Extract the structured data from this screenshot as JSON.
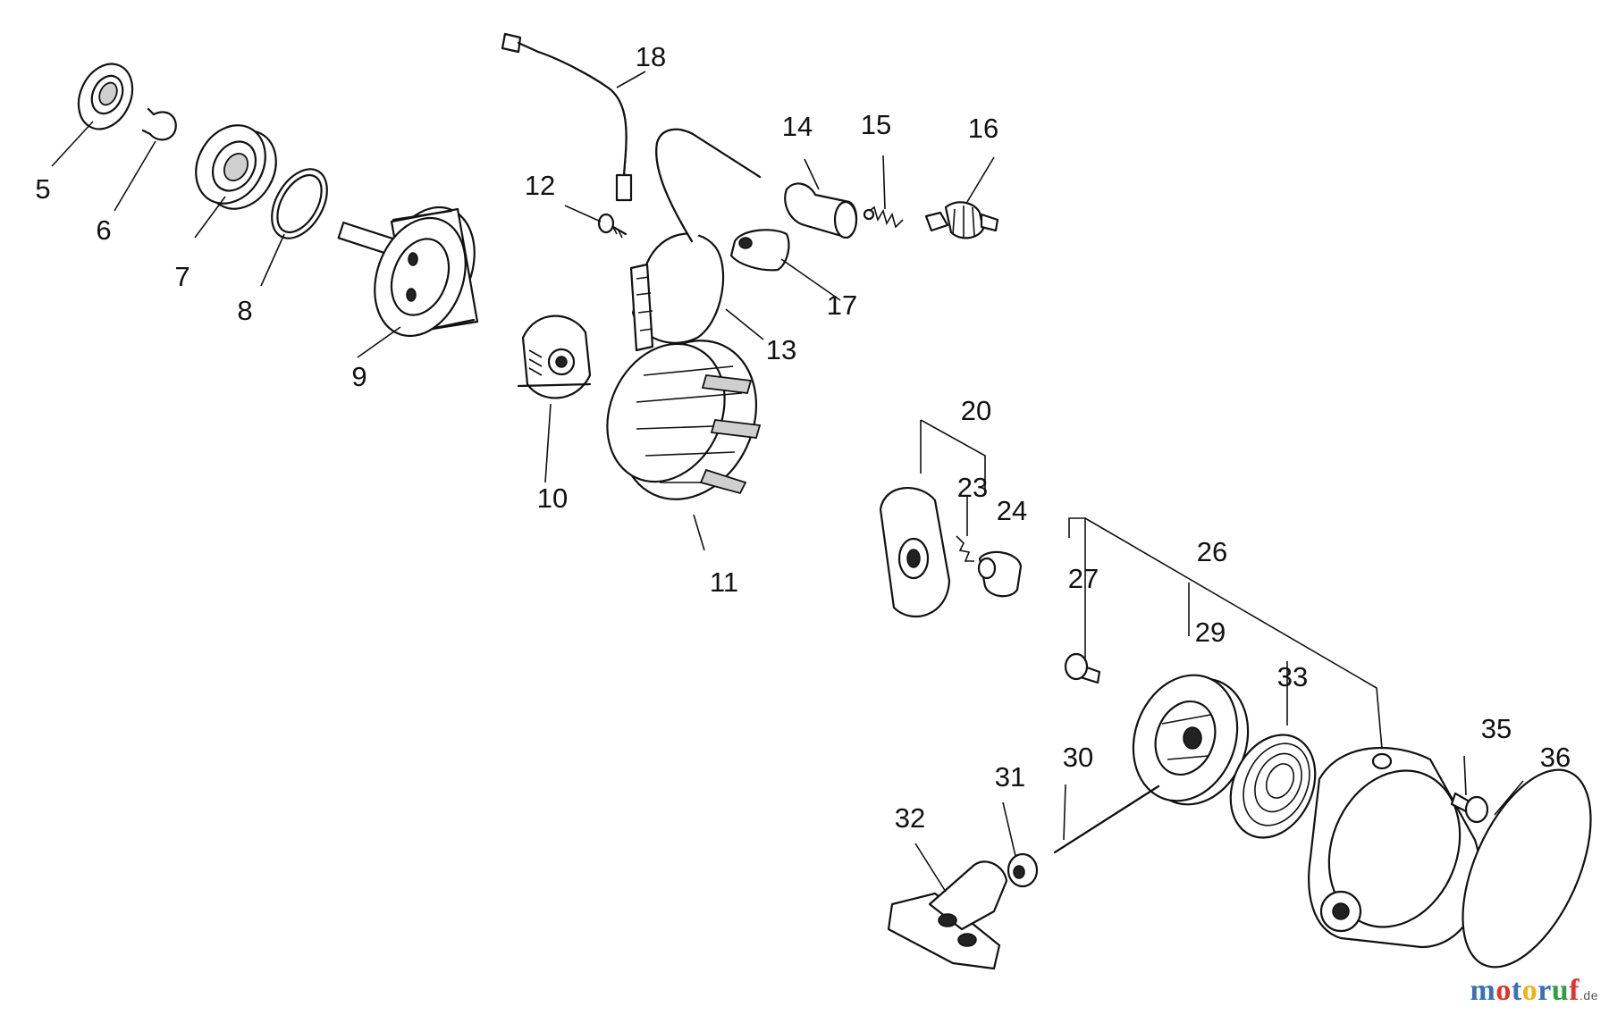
{
  "diagram": {
    "callouts": [
      {
        "id": "5",
        "label": "5"
      },
      {
        "id": "6",
        "label": "6"
      },
      {
        "id": "7",
        "label": "7"
      },
      {
        "id": "8",
        "label": "8"
      },
      {
        "id": "9",
        "label": "9"
      },
      {
        "id": "10",
        "label": "10"
      },
      {
        "id": "11",
        "label": "11"
      },
      {
        "id": "12",
        "label": "12"
      },
      {
        "id": "13",
        "label": "13"
      },
      {
        "id": "14",
        "label": "14"
      },
      {
        "id": "15",
        "label": "15"
      },
      {
        "id": "16",
        "label": "16"
      },
      {
        "id": "17",
        "label": "17"
      },
      {
        "id": "18",
        "label": "18"
      },
      {
        "id": "20",
        "label": "20"
      },
      {
        "id": "23",
        "label": "23"
      },
      {
        "id": "24",
        "label": "24"
      },
      {
        "id": "26",
        "label": "26"
      },
      {
        "id": "27",
        "label": "27"
      },
      {
        "id": "29",
        "label": "29"
      },
      {
        "id": "30",
        "label": "30"
      },
      {
        "id": "31",
        "label": "31"
      },
      {
        "id": "32",
        "label": "32"
      },
      {
        "id": "33",
        "label": "33"
      },
      {
        "id": "35",
        "label": "35"
      },
      {
        "id": "36",
        "label": "36"
      }
    ]
  },
  "watermark": {
    "letters": [
      "m",
      "o",
      "t",
      "o",
      "r",
      "u",
      "f"
    ],
    "letter_colors": [
      "#3b6fb6",
      "#e2322b",
      "#3b6fb6",
      "#f0b21a",
      "#3b6fb6",
      "#2f9e44",
      "#e2322b"
    ],
    "tld": ".de"
  }
}
